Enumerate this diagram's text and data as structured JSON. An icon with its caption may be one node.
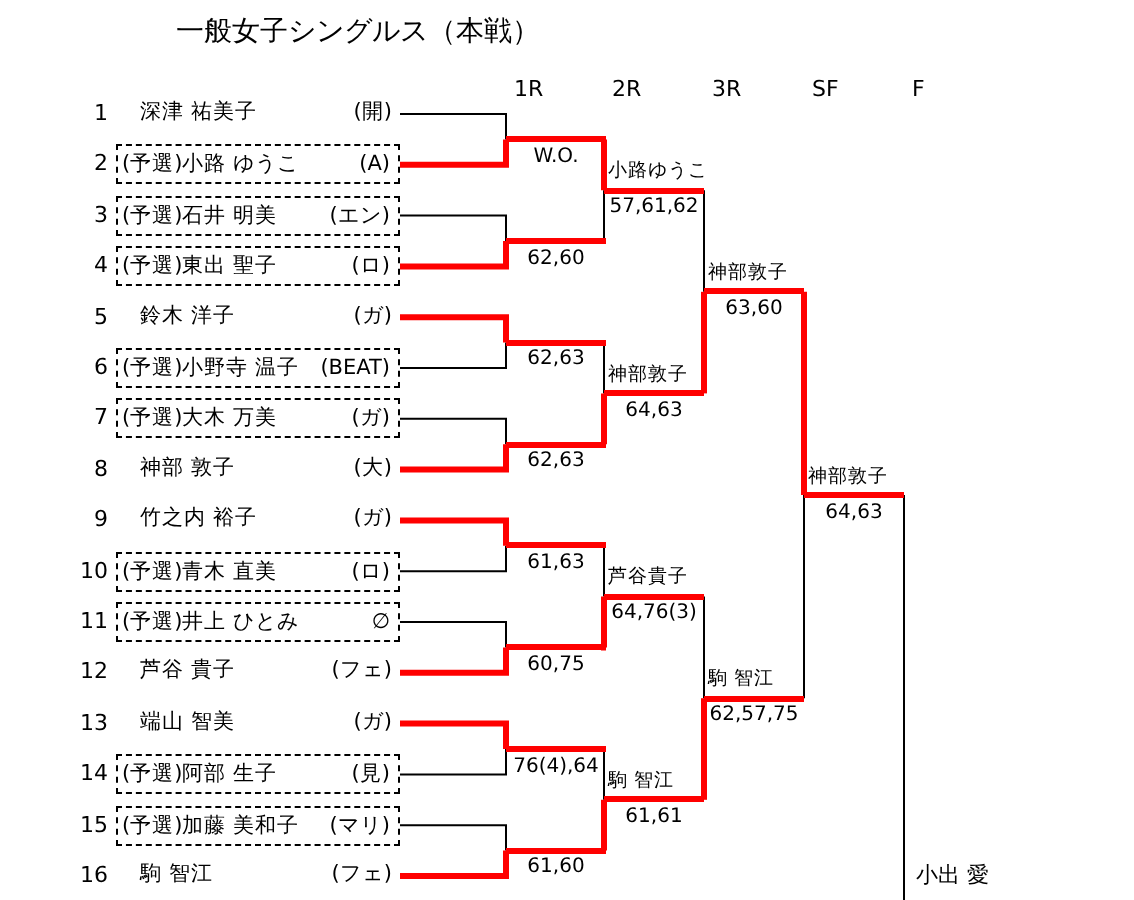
{
  "diagram": {
    "title": "一般女子シングルス（本戦）",
    "nodes": [
      {
        "text": [
          "深津 祐美子",
          "(開)"
        ],
        "beside": [
          "1"
        ]
      },
      {
        "text": [
          "(予選)小路 ゆうこ",
          "(A)"
        ],
        "beside": [
          "2"
        ]
      },
      {
        "text": [
          "(予選)石井 明美",
          "(エン)"
        ],
        "beside": [
          "3"
        ]
      },
      {
        "text": [
          "(予選)東出 聖子",
          "(ロ)"
        ],
        "beside": [
          "4"
        ]
      },
      {
        "text": [
          "鈴木 洋子",
          "(ガ)"
        ],
        "beside": [
          "5"
        ]
      },
      {
        "text": [
          "(予選)小野寺 温子",
          "(BEAT)"
        ],
        "beside": [
          "6"
        ]
      },
      {
        "text": [
          "(予選)大木 万美",
          "(ガ)"
        ],
        "beside": [
          "7"
        ]
      },
      {
        "text": [
          "神部 敦子",
          "(大)"
        ],
        "beside": [
          "8"
        ]
      },
      {
        "text": [
          "竹之内 裕子",
          "(ガ)"
        ],
        "beside": [
          "9"
        ]
      },
      {
        "text": [
          "(予選)青木 直美",
          "(ロ)"
        ],
        "beside": [
          "10"
        ]
      },
      {
        "text": [
          "(予選)井上 ひとみ",
          "∅"
        ],
        "beside": [
          "11"
        ]
      },
      {
        "text": [
          "芦谷 貴子",
          "(フェ)"
        ],
        "beside": [
          "12"
        ]
      },
      {
        "text": [
          "端山 智美",
          "(ガ)"
        ],
        "beside": [
          "13"
        ]
      },
      {
        "text": [
          "(予選)阿部 生子",
          "(見)"
        ],
        "beside": [
          "14"
        ]
      },
      {
        "text": [
          "(予選)加藤 美和子",
          "(マリ)"
        ],
        "beside": [
          "15"
        ]
      },
      {
        "text": [
          "駒 智江",
          "(フェ)"
        ],
        "beside": [
          "16"
        ]
      },
      {
        "text": [
          "W.O."
        ]
      },
      {
        "text": [
          "62,60"
        ]
      },
      {
        "text": [
          "62,63"
        ]
      },
      {
        "text": [
          "62,63"
        ]
      },
      {
        "text": [
          "61,63"
        ]
      },
      {
        "text": [
          "60,75"
        ]
      },
      {
        "text": [
          "76(4),64"
        ]
      },
      {
        "text": [
          "61,60"
        ]
      },
      {
        "text": [
          "小路ゆうこ",
          "57,61,62"
        ]
      },
      {
        "text": [
          "神部敦子",
          "64,63"
        ]
      },
      {
        "text": [
          "芦谷貴子",
          "64,76(3)"
        ]
      },
      {
        "text": [
          "駒 智江",
          "61,61"
        ]
      },
      {
        "text": [
          "神部敦子",
          "63,60"
        ]
      },
      {
        "text": [
          "駒 智江",
          "62,57,75"
        ]
      },
      {
        "text": [
          "神部敦子",
          "64,63"
        ]
      },
      {
        "text": [
          "小出 愛"
        ]
      }
    ],
    "edges": [
      {
        "from": 0,
        "to": 16,
        "arrow": "none"
      },
      {
        "from": 1,
        "to": 16,
        "arrow": "none",
        "style": "thick",
        "color": "#ff0000"
      },
      {
        "from": 2,
        "to": 17,
        "arrow": "none"
      },
      {
        "from": 3,
        "to": 17,
        "arrow": "none",
        "style": "thick",
        "color": "#ff0000"
      },
      {
        "from": 4,
        "to": 18,
        "arrow": "none",
        "style": "thick",
        "color": "#ff0000"
      },
      {
        "from": 5,
        "to": 18,
        "arrow": "none"
      },
      {
        "from": 6,
        "to": 19,
        "arrow": "none"
      },
      {
        "from": 7,
        "to": 19,
        "arrow": "none",
        "style": "thick",
        "color": "#ff0000"
      },
      {
        "from": 8,
        "to": 20,
        "arrow": "none",
        "style": "thick",
        "color": "#ff0000"
      },
      {
        "from": 9,
        "to": 20,
        "arrow": "none"
      },
      {
        "from": 10,
        "to": 21,
        "arrow": "none"
      },
      {
        "from": 11,
        "to": 21,
        "arrow": "none",
        "style": "thick",
        "color": "#ff0000"
      },
      {
        "from": 12,
        "to": 22,
        "arrow": "none",
        "style": "thick",
        "color": "#ff0000"
      },
      {
        "from": 13,
        "to": 22,
        "arrow": "none"
      },
      {
        "from": 14,
        "to": 23,
        "arrow": "none"
      },
      {
        "from": 15,
        "to": 23,
        "arrow": "none",
        "style": "thick",
        "color": "#ff0000"
      },
      {
        "from": 16,
        "to": 24,
        "arrow": "none",
        "style": "thick",
        "color": "#ff0000"
      },
      {
        "from": 17,
        "to": 24,
        "arrow": "none"
      },
      {
        "from": 18,
        "to": 25,
        "arrow": "none"
      },
      {
        "from": 19,
        "to": 25,
        "arrow": "none",
        "style": "thick",
        "color": "#ff0000"
      },
      {
        "from": 20,
        "to": 26,
        "arrow": "none"
      },
      {
        "from": 21,
        "to": 26,
        "arrow": "none",
        "style": "thick",
        "color": "#ff0000"
      },
      {
        "from": 22,
        "to": 27,
        "arrow": "none"
      },
      {
        "from": 23,
        "to": 27,
        "arrow": "none",
        "style": "thick",
        "color": "#ff0000"
      },
      {
        "from": 24,
        "to": 28,
        "arrow": "none"
      },
      {
        "from": 25,
        "to": 28,
        "arrow": "none",
        "style": "thick",
        "color": "#ff0000"
      },
      {
        "from": 26,
        "to": 29,
        "arrow": "none"
      },
      {
        "from": 27,
        "to": 29,
        "arrow": "none",
        "style": "thick",
        "color": "#ff0000"
      },
      {
        "from": 28,
        "to": 30,
        "arrow": "none",
        "style": "thick",
        "color": "#ff0000"
      },
      {
        "from": 29,
        "to": 30,
        "arrow": "none"
      },
      {
        "from": 30,
        "to": 31,
        "arrow": "none"
      }
    ],
    "labels": [
      "1R",
      "2R",
      "3R",
      "SF",
      "F"
    ]
  }
}
